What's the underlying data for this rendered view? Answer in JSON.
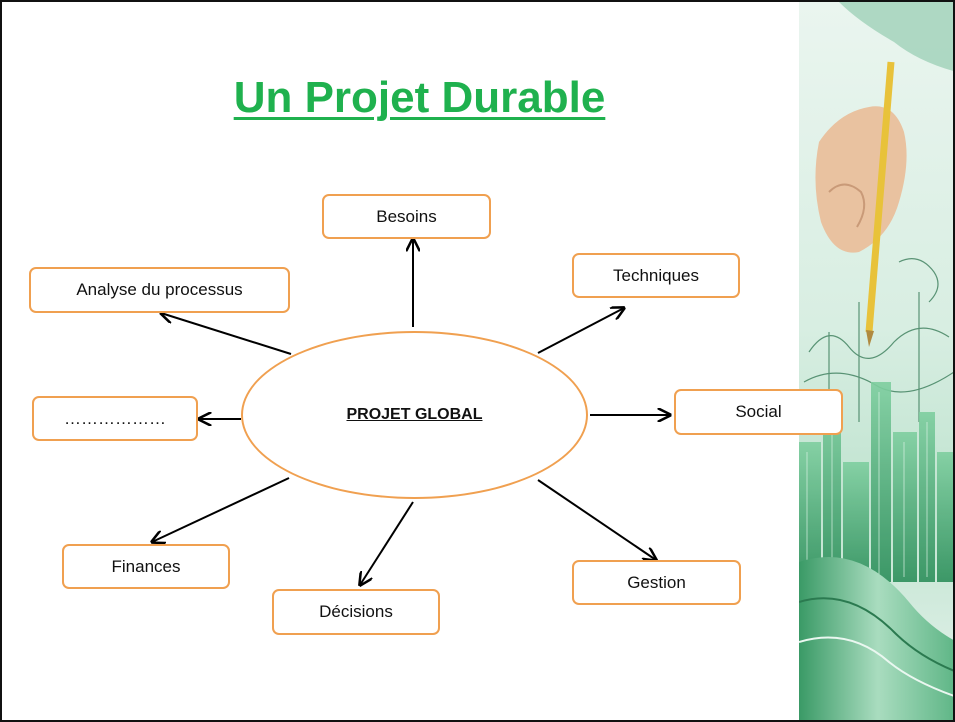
{
  "slide": {
    "title": "Un Projet Durable",
    "title_color": "#1fb14e",
    "border_color": "#f0a050"
  },
  "diagram": {
    "center": "PROJET GLOBAL",
    "nodes": {
      "besoins": "Besoins",
      "techniques": "Techniques",
      "analyse": "Analyse du processus",
      "social": "Social",
      "ellipsis": "………………",
      "finances": "Finances",
      "decisions": "Décisions",
      "gestion": "Gestion"
    }
  },
  "decoration": {
    "image": "hand-with-pencil-drawing-city-over-open-book"
  }
}
